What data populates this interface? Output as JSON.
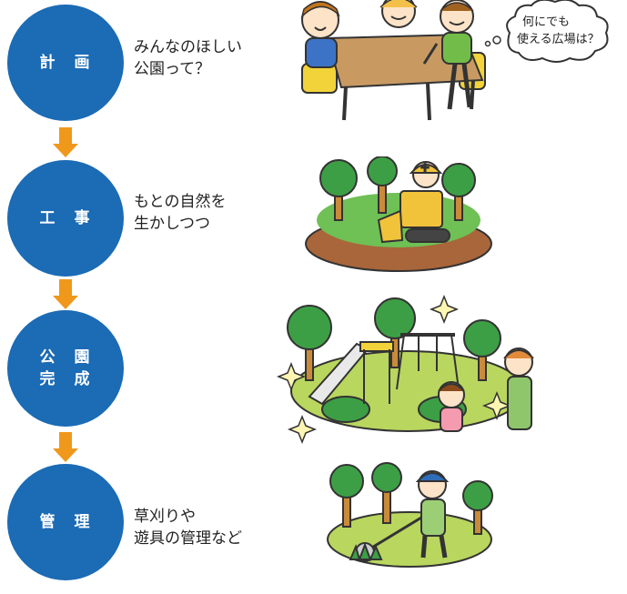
{
  "colors": {
    "circle": "#1b6bb5",
    "arrow": "#f0981c"
  },
  "steps": [
    {
      "label_lines": [
        "計　画"
      ],
      "desc_lines": [
        "みんなのほしい",
        "公園って？"
      ]
    },
    {
      "label_lines": [
        "工　事"
      ],
      "desc_lines": [
        "もとの自然を",
        "生かしつつ"
      ]
    },
    {
      "label_lines": [
        "公　園",
        "完　成"
      ],
      "desc_lines": []
    },
    {
      "label_lines": [
        "管　理"
      ],
      "desc_lines": [
        "草刈りや",
        "遊具の管理など"
      ]
    }
  ],
  "bubble": {
    "lines": [
      "何にでも",
      "使える広場は？"
    ]
  }
}
